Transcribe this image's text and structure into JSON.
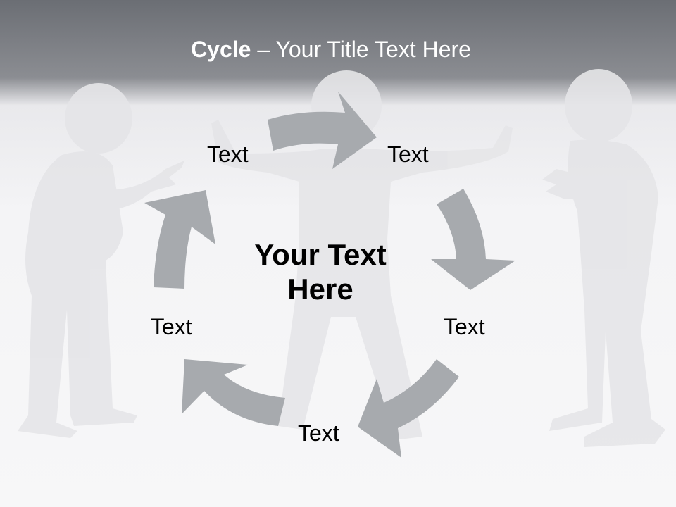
{
  "title": {
    "bold": "Cycle",
    "rest": " – Your Title Text Here"
  },
  "center_text": "Your Text Here",
  "cycle_labels": [
    "Text",
    "Text",
    "Text",
    "Text",
    "Text"
  ],
  "colors": {
    "arrow": "#a7aaae",
    "figure": "#e8e8ea",
    "text": "#000000",
    "title_text": "#ffffff"
  }
}
